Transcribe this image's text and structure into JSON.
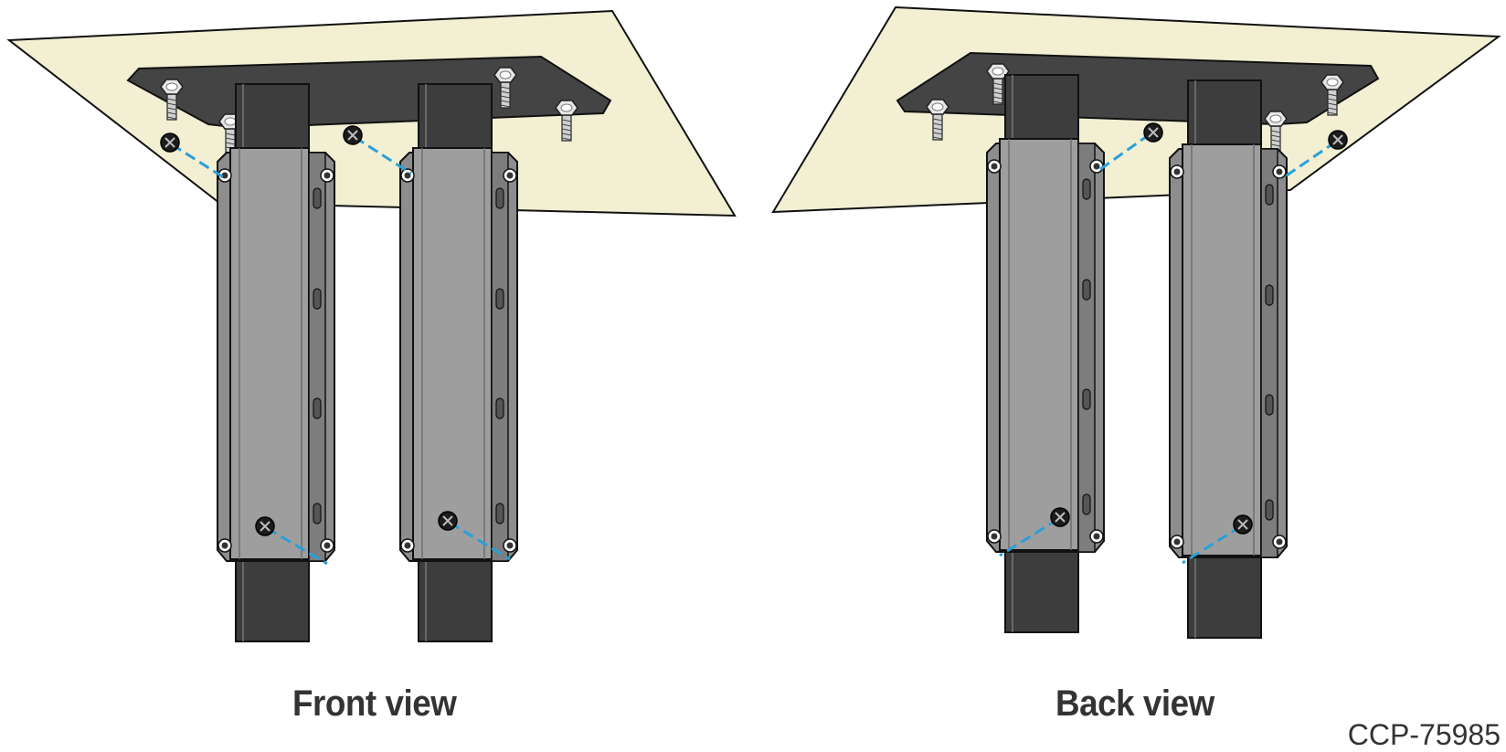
{
  "front_view": {
    "caption": "Front view"
  },
  "back_view": {
    "caption": "Back view"
  },
  "part_number": "CCP-75985",
  "colors": {
    "tabletop": "#f2efd2",
    "mount_plate": "#444444",
    "post": "#3d3d3d",
    "bracket": "#9a9a9a",
    "bracket_edge": "#6e6e6e",
    "guide_line": "#2a9fd8",
    "outline": "#111111"
  },
  "icons": [
    "screw-icon",
    "bolt-icon"
  ]
}
